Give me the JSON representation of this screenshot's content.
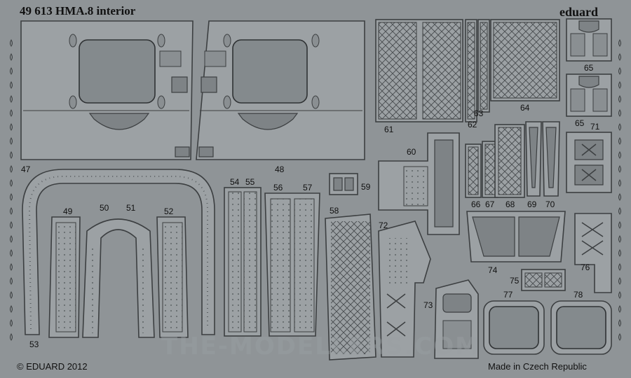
{
  "header": {
    "title": "49 613 HMA.8 interior",
    "brand": "eduard"
  },
  "footer": {
    "copyright": "© EDUARD 2012",
    "made_in": "Made in Czech Republic"
  },
  "watermark": "THE-MODELLERS.COM",
  "part_numbers": {
    "p47": "47",
    "p48": "48",
    "p49": "49",
    "p50": "50",
    "p51": "51",
    "p52": "52",
    "p53": "53",
    "p54": "54",
    "p55": "55",
    "p56": "56",
    "p57": "57",
    "p58": "58",
    "p59": "59",
    "p60": "60",
    "p61": "61",
    "p62": "62",
    "p63": "63",
    "p64": "64",
    "p65a": "65",
    "p65b": "65",
    "p66": "66",
    "p67": "67",
    "p68": "68",
    "p69": "69",
    "p70": "70",
    "p71": "71",
    "p72": "72",
    "p73": "73",
    "p74": "74",
    "p75": "75",
    "p76": "76",
    "p77": "77",
    "p78": "78"
  },
  "colors": {
    "fret": "#8f9497",
    "part": "#9ca1a4",
    "outline": "#3c3f41"
  }
}
